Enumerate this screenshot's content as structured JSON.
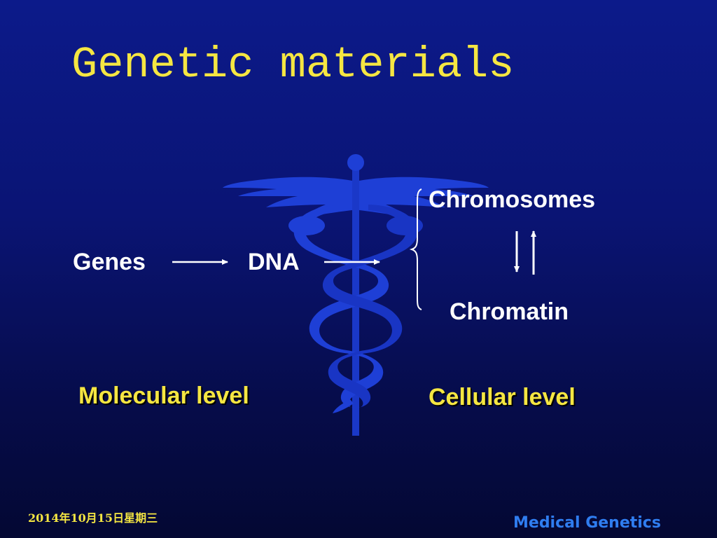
{
  "slide": {
    "title": "Genetic materials",
    "labels": {
      "genes": "Genes",
      "dna": "DNA",
      "chromosomes": "Chromosomes",
      "chromatin": "Chromatin"
    },
    "levels": {
      "molecular": "Molecular level",
      "cellular": "Cellular level"
    },
    "background_image": "caduceus-icon",
    "footer": {
      "date": "2014年10月15日星期三",
      "course": "Medical Genetics"
    }
  },
  "colors": {
    "background_top": "#0c1a8a",
    "background_bottom": "#040833",
    "title": "#f5e642",
    "text": "#ffffff",
    "level_text": "#f5e642",
    "caduceus": "#1e3fd6",
    "footer_course": "#2f7df0"
  }
}
